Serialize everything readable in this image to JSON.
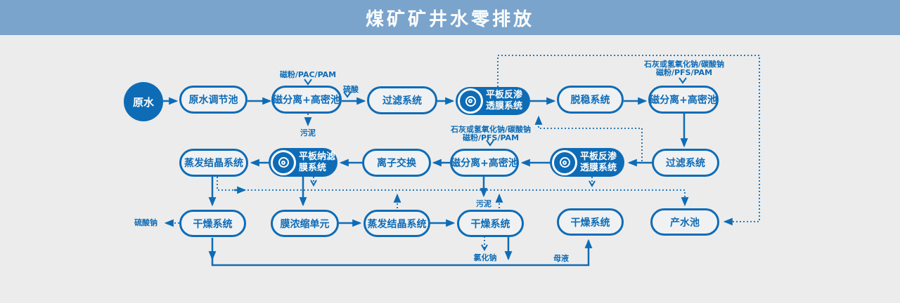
{
  "header": {
    "title": "煤矿矿井水零排放"
  },
  "nodes": {
    "raw_water": "原水",
    "regulating_tank": "原水调节池",
    "mag_separation_1": "磁分离+高密池",
    "filter_1": "过滤系统",
    "flat_ro_1": "平板反渗透膜系统",
    "destabilization": "脱稳系统",
    "mag_separation_2": "磁分离+高密池",
    "filter_2": "过滤系统",
    "flat_ro_2": "平板反渗透膜系统",
    "mag_separation_3": "磁分离+高密池",
    "ion_exchange": "离子交换",
    "flat_nf": "平板纳滤膜系统",
    "evaporation_1": "蒸发结晶系统",
    "drying_1": "干燥系统",
    "membrane_concentration": "膜浓缩单元",
    "evaporation_2": "蒸发结晶系统",
    "drying_2": "干燥系统",
    "drying_3": "干燥系统",
    "product_water_pool": "产水池"
  },
  "annotations": {
    "dosing_pac": "磁粉/PAC/PAM",
    "sulfuric_acid": "硫酸",
    "sludge_1": "污泥",
    "dosing_lime_line1": "石灰或氢氧化钠/碳酸钠",
    "dosing_lime_line2": "磁粉/PFS/PAM",
    "sludge_2": "污泥",
    "sodium_sulfate": "硫酸钠",
    "sodium_chloride": "氯化钠",
    "mother_liquor": "母液"
  },
  "colors": {
    "header_bg": "#7ba4cd",
    "canvas_bg": "#ebeceb",
    "accent": "#0e6bb5",
    "pill_fill": "#f0f1f2"
  }
}
